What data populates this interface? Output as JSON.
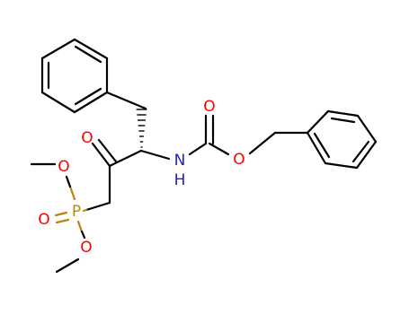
{
  "structure": {
    "atoms": {
      "o_ketone": "O",
      "n_amide": "N",
      "h_amide": "H",
      "o_carbonyl": "O",
      "o_ester": "O",
      "o_methoxy_upper": "O",
      "o_phosphoryl": "O",
      "p_phosphonate": "P",
      "o_methoxy_lower": "O"
    },
    "colors": {
      "carbon_bond": "#000000",
      "oxygen": "#ff0000",
      "nitrogen": "#1f1fcc",
      "phosphorus": "#b8860b"
    },
    "stereo": "hashed wedge at alpha carbon toward benzyl CH2"
  }
}
